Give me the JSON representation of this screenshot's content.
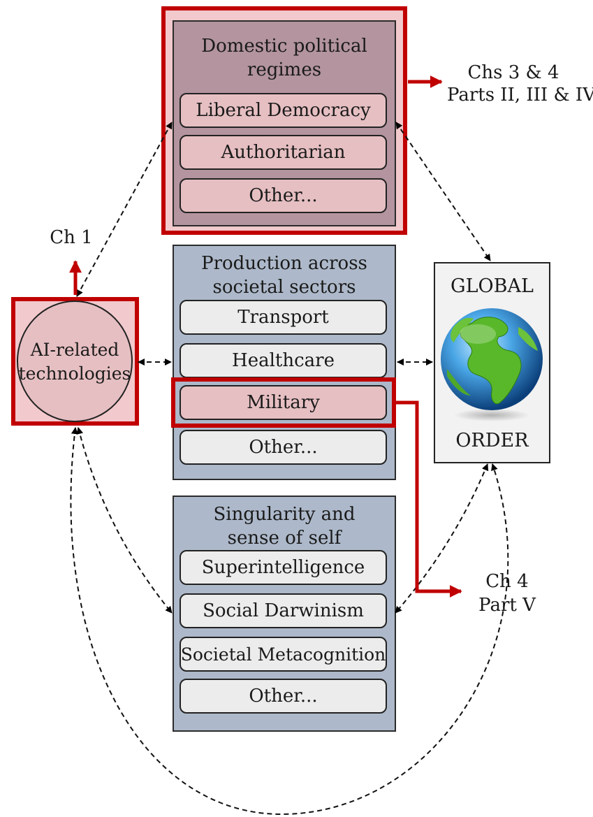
{
  "political": {
    "title": "Domestic political\nregimes",
    "items": [
      "Liberal Democracy",
      "Authoritarian",
      "Other..."
    ]
  },
  "production": {
    "title": "Production across\nsocietal sectors",
    "items": [
      "Transport",
      "Healthcare",
      "Military",
      "Other..."
    ]
  },
  "singularity": {
    "title": "Singularity and\nsense of self",
    "items": [
      "Superintelligence",
      "Social Darwinism",
      "Societal Metacognition",
      "Other..."
    ]
  },
  "ai": {
    "label": "AI-related\ntechnologies"
  },
  "global": {
    "top": "GLOBAL",
    "bottom": "ORDER"
  },
  "refs": {
    "ch1": "Ch 1",
    "chs34_line1": "Chs 3 & 4",
    "chs34_line2": "Parts II, III & IV",
    "ch4_line1": "Ch 4",
    "ch4_line2": "Part V"
  },
  "colors": {
    "highlight_red": "#c00000",
    "political_bg": "#b3949f",
    "political_outer_bg": "#f2c9cc",
    "sector_bg": "#adb9ca",
    "item_pink": "#e6bfc2",
    "item_grey": "#ececec",
    "ai_bg": "#f2c9cc"
  },
  "icons": {
    "globe": "globe-icon"
  }
}
